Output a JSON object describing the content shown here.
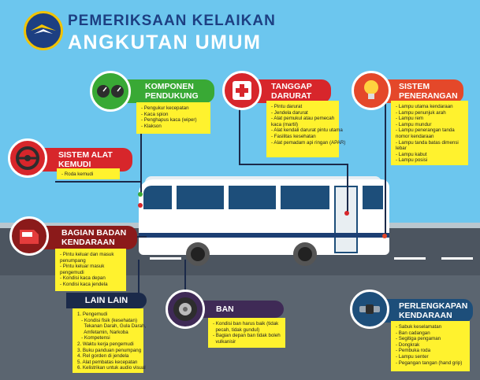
{
  "title": {
    "line1": "PEMERIKSAAN KELAIKAN",
    "line2": "ANGKUTAN UMUM"
  },
  "colors": {
    "sky": "#6cc6ee",
    "road": "#4c5560",
    "note": "#fff22e",
    "green": "#39a935",
    "red": "#d7262b",
    "orange": "#e4482a",
    "navy": "#1b2a4a",
    "purple": "#3f2a56",
    "maroon": "#8b1a1a"
  },
  "sections": {
    "komponen": {
      "title": "KOMPONEN\nPENDUKUNG",
      "items": [
        "- Pengukur kecepatan",
        "- Kaca spion",
        "- Penghapus kaca (wiper)",
        "- Klakson"
      ]
    },
    "tanggap": {
      "title": "TANGGAP\nDARURAT",
      "items": [
        "- Pintu darurat",
        "- Jendela darurat",
        "- Alat pemukul atau pemecah",
        "  kaca (martil)",
        "- Alat kendali darurat pintu utama",
        "- Fasilitas kesehatan",
        "- Alat pemadam api ringan (APAR)"
      ]
    },
    "penerangan": {
      "title": "SISTEM\nPENERANGAN",
      "items": [
        "- Lampu utama kendaraan",
        "- Lampu penunjuk arah",
        "- Lampu rem",
        "- Lampu mundur",
        "- Lampu penerangan tanda",
        "  nomor kendaraan",
        "- Lampu tanda batas dimensi",
        "  lebar",
        "- Lampu kabut",
        "- Lampu posisi"
      ]
    },
    "kemudi": {
      "title": "SISTEM ALAT\nKEMUDI",
      "items": [
        "- Roda kemudi"
      ]
    },
    "badan": {
      "title": "BAGIAN BADAN\nKENDARAAN",
      "items": [
        "- Pintu keluar dan masuk",
        "  penumpang",
        "- Pintu keluar masuk",
        "  pengemudi",
        "- Kondisi kaca depan",
        "- Kondisi kaca jendela"
      ]
    },
    "lain": {
      "title": "LAIN LAIN",
      "items": [
        "1. Pengemudi",
        "   - Kondisi fisik (kesehatan)",
        "     Tekanan Darah, Gula Darah,",
        "     Amfetamin, Narkoba",
        "   - Kompetensi",
        "2. Waktu kerja pengemudi",
        "3. Buku panduan penumpang",
        "4. Rel gorden di jendela",
        "5. Alat pembatas kecepatan",
        "6. Kelistrikan untuk audio visual"
      ]
    },
    "ban": {
      "title": "BAN",
      "items": [
        "- Kondisi ban harus baik (tidak",
        "  pecah, tidak gundul)",
        "- Bagian depan ban tidak boleh",
        "  vulkanisir"
      ]
    },
    "perlengkapan": {
      "title": "PERLENGKAPAN\nKENDARAAN BERMOTOR",
      "items": [
        "- Sabuk keselamatan",
        "- Ban cadangan",
        "- Segitiga pengaman",
        "- Dongkrak",
        "- Pembuka roda",
        "- Lampu senter",
        "- Pegangan tangan (hand grip)"
      ]
    }
  }
}
